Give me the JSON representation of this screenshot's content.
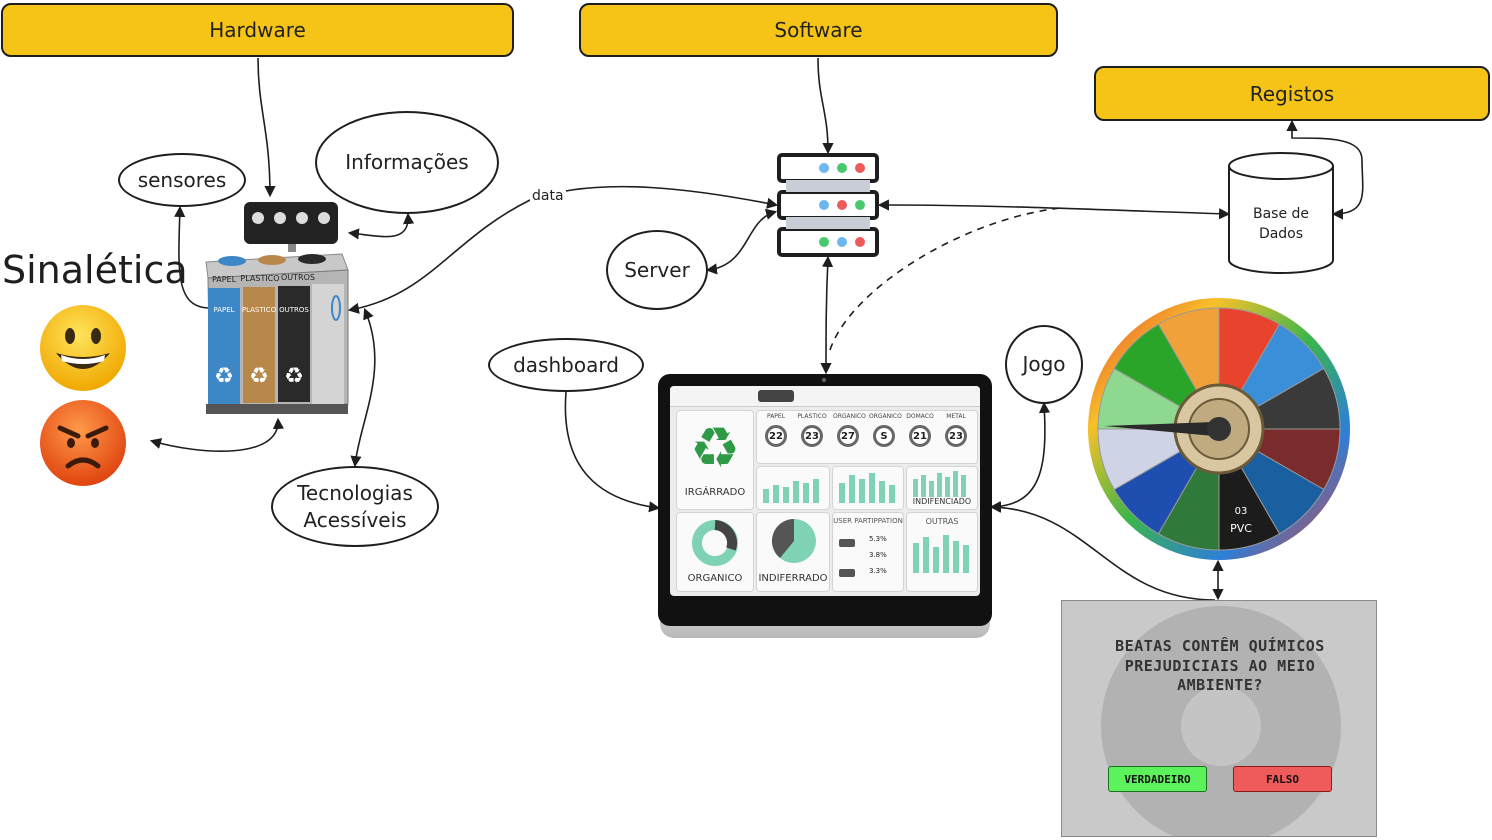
{
  "banners": {
    "hardware": "Hardware",
    "software": "Software",
    "registos": "Registos"
  },
  "nodes": {
    "sensores": "sensores",
    "informacoes": "Informações",
    "tecnologias_line1": "Tecnologias",
    "tecnologias_line2": "Acessíveis",
    "server": "Server",
    "dashboard": "dashboard",
    "jogo": "Jogo",
    "base_dados_line1": "Base de",
    "base_dados_line2": "Dados",
    "sinaletica": "Sinalética"
  },
  "edge_labels": {
    "data": "data"
  },
  "bin": {
    "top_labels": [
      "PAPEL",
      "PLASTICO",
      "OUTROS"
    ],
    "front_labels": [
      "PAPEL",
      "PLASTICO",
      "OUTROS"
    ],
    "bin_colors": [
      "#3d87c7",
      "#b8874a",
      "#2a2a2a"
    ]
  },
  "dashboard_screen": {
    "category_headers": [
      "PAPEL",
      "PLASTICO",
      "ORGANICO",
      "ORGANICO",
      "DOMACO",
      "METAL"
    ],
    "dial_values": [
      "22",
      "23",
      "27",
      "S",
      "21",
      "23"
    ],
    "recycle_label": "IRGÁRRADO",
    "indiferenciado_top": "INDIFENCIADO",
    "organico_label": "ORGANICO",
    "indiferenciado_bottom": "INDIFERRADO",
    "user_participation": "USER PARTIPPATION",
    "outras": "OUTRAS",
    "participation_values": [
      "5.3%",
      "3.8%",
      "3.3%"
    ]
  },
  "wheel": {
    "center_code": "03",
    "center_label": "PVC",
    "segment_colors": [
      "#e8442d",
      "#3a8fd8",
      "#3a3a3a",
      "#7a2b2b",
      "#1a5fa0",
      "#1c1c1c",
      "#2f7a3a",
      "#1e4fb0",
      "#cfd3e6",
      "#8fd88f",
      "#2aa52a",
      "#f1a13a"
    ]
  },
  "quiz": {
    "question": "BEATAS CONTÊM QUÍMICOS PREJUDICIAIS AO MEIO AMBIENTE?",
    "true_label": "VERDADEIRO",
    "false_label": "FALSO"
  },
  "colors": {
    "banner": "#f6c417",
    "line": "#1e1e1e",
    "teal": "#7fd3b4",
    "green_recycle": "#2f9a46"
  }
}
